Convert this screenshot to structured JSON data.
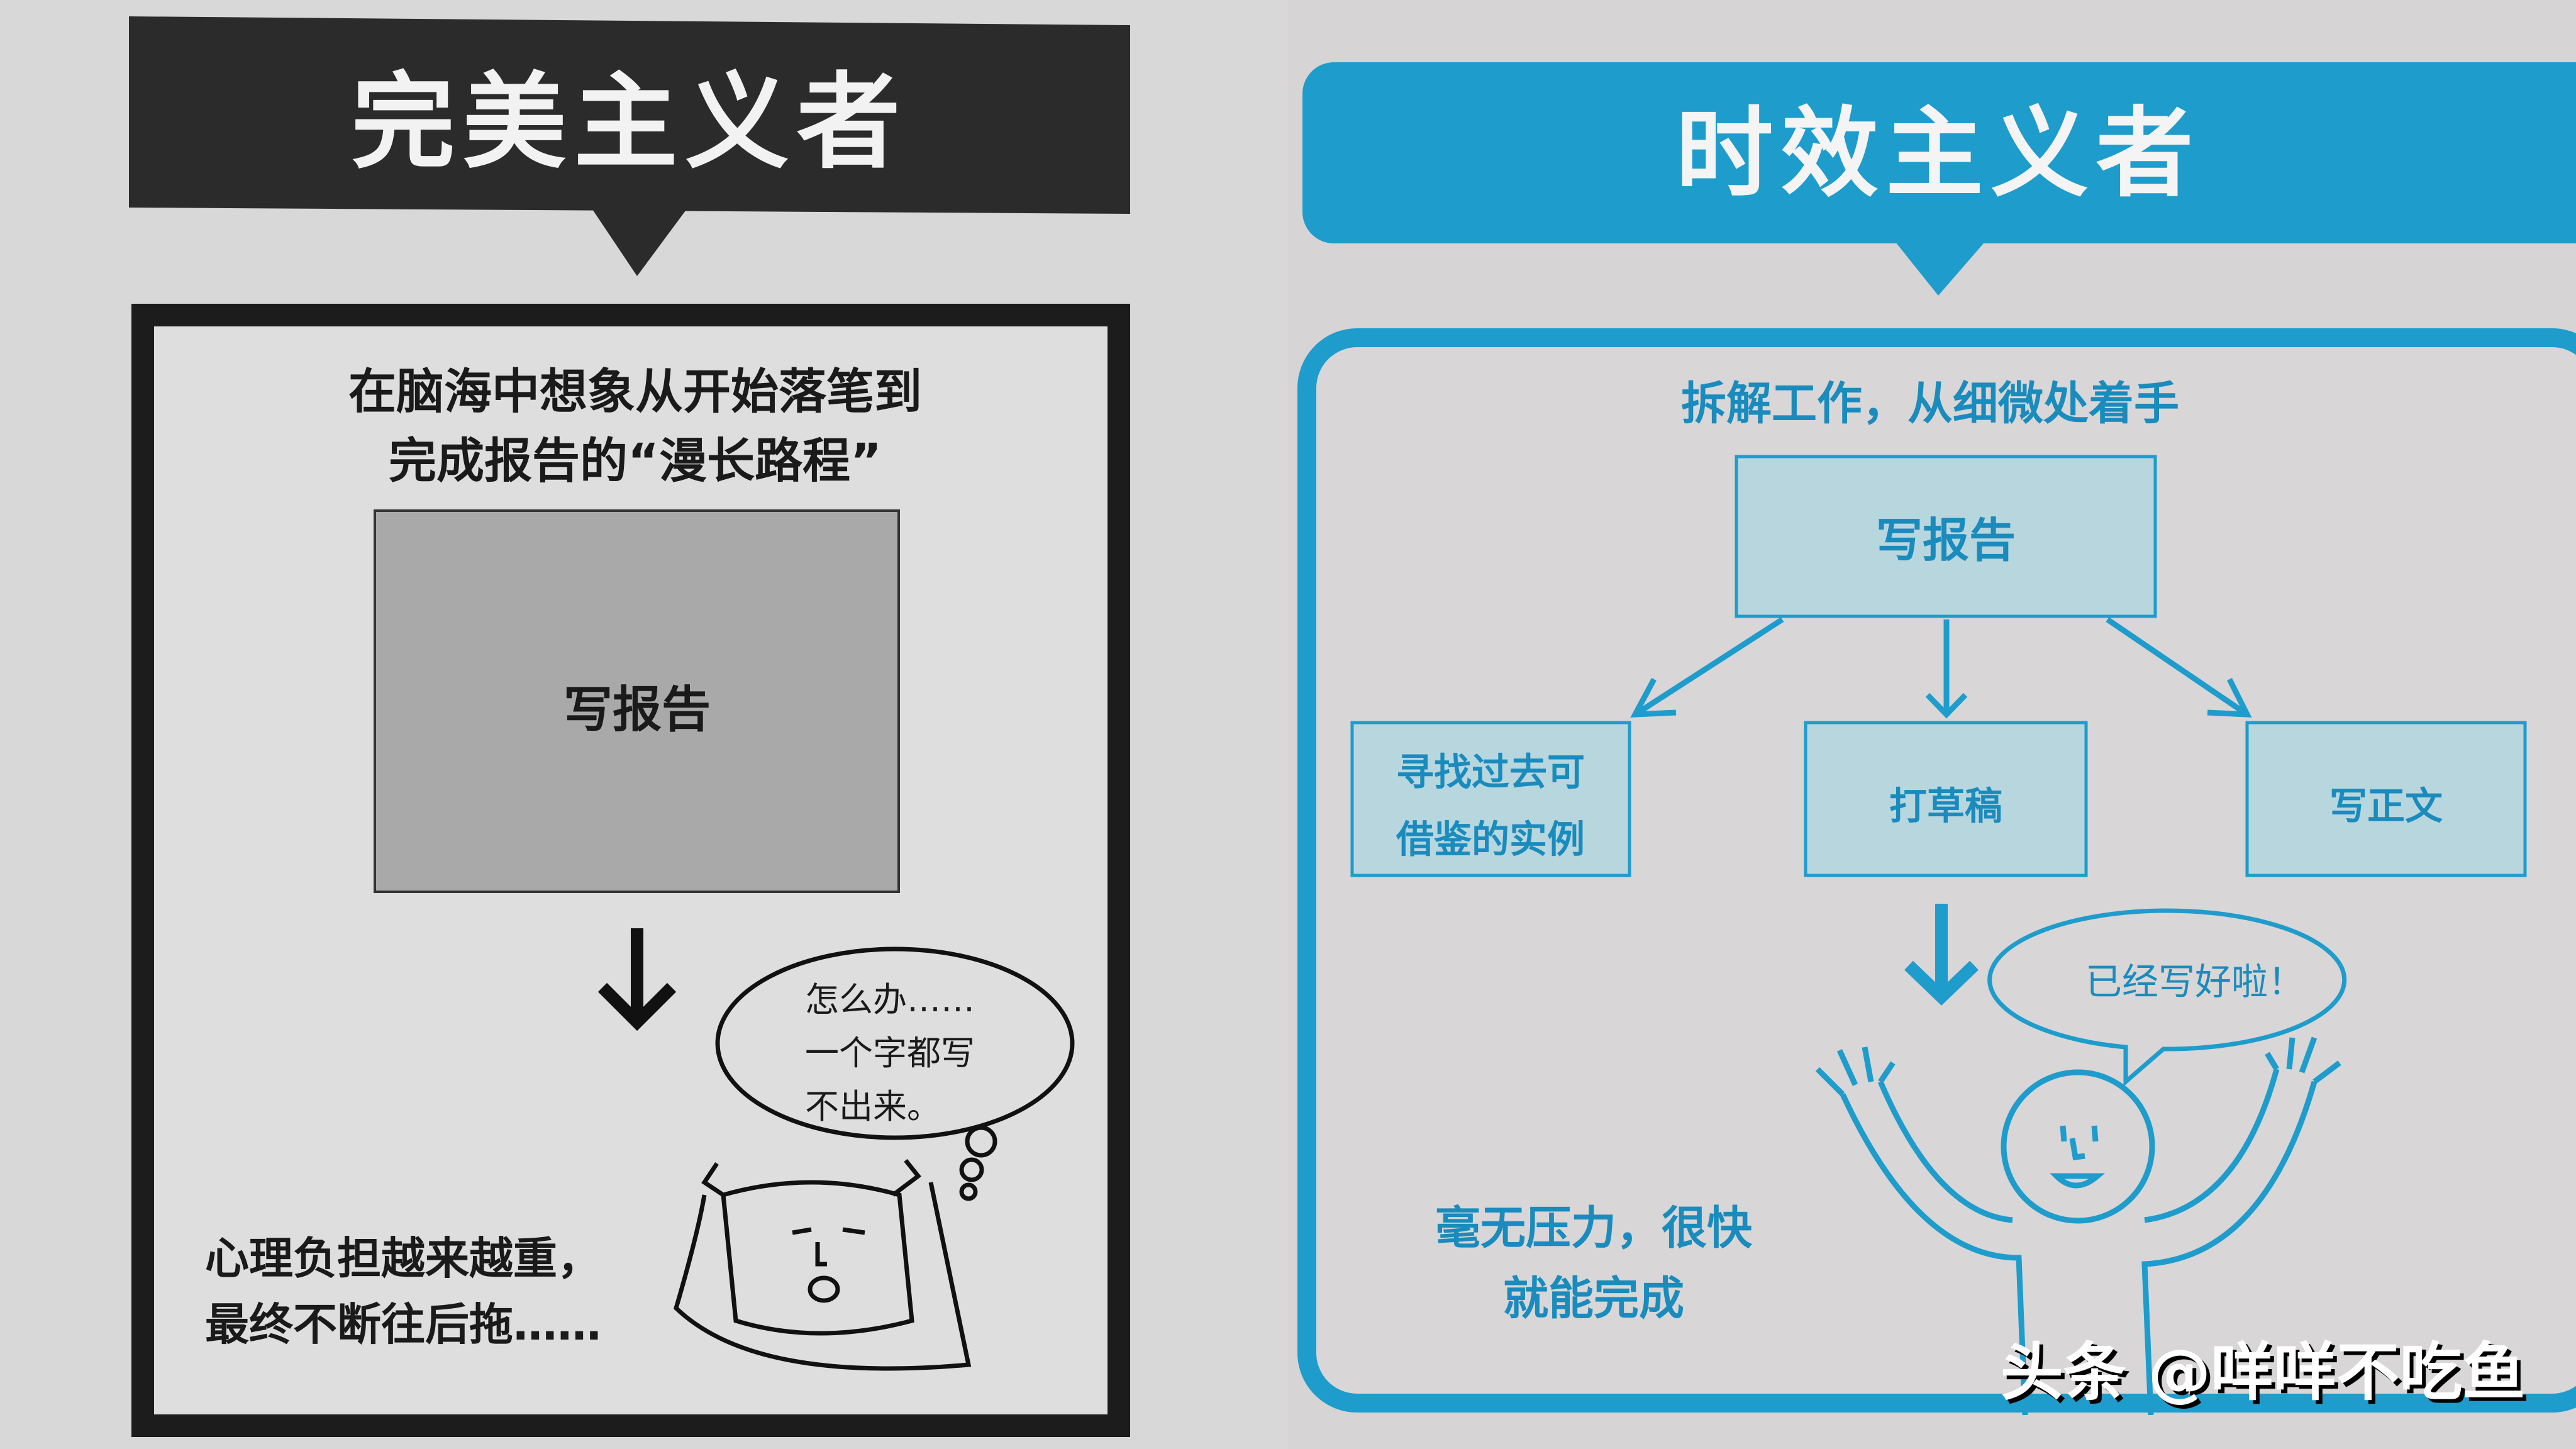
{
  "colors": {
    "accent_blue": "#1e9ccc",
    "dark_banner": "#2b2b2b",
    "box_fill_blue": "#b8d6de",
    "gray_box": "#a9a9a9"
  },
  "left": {
    "title": "完美主义者",
    "caption_line1": "在脑海中想象从开始落笔到",
    "caption_line2": "完成报告的“漫长路程”",
    "task_box": "写报告",
    "bubble_line1": "怎么办……",
    "bubble_line2": "一个字都写",
    "bubble_line3": "不出来。",
    "result_line1": "心理负担越来越重，",
    "result_line2": "最终不断往后拖……"
  },
  "right": {
    "title": "时效主义者",
    "caption": "拆解工作，从细微处着手",
    "task_box": "写报告",
    "subtasks": [
      {
        "line1": "寻找过去可",
        "line2": "借鉴的实例"
      },
      {
        "line1": "打草稿"
      },
      {
        "line1": "写正文"
      }
    ],
    "bubble": "已经写好啦！",
    "result_line1": "毫无压力，很快",
    "result_line2": "就能完成"
  },
  "watermark": "头条 @咩咩不吃鱼"
}
